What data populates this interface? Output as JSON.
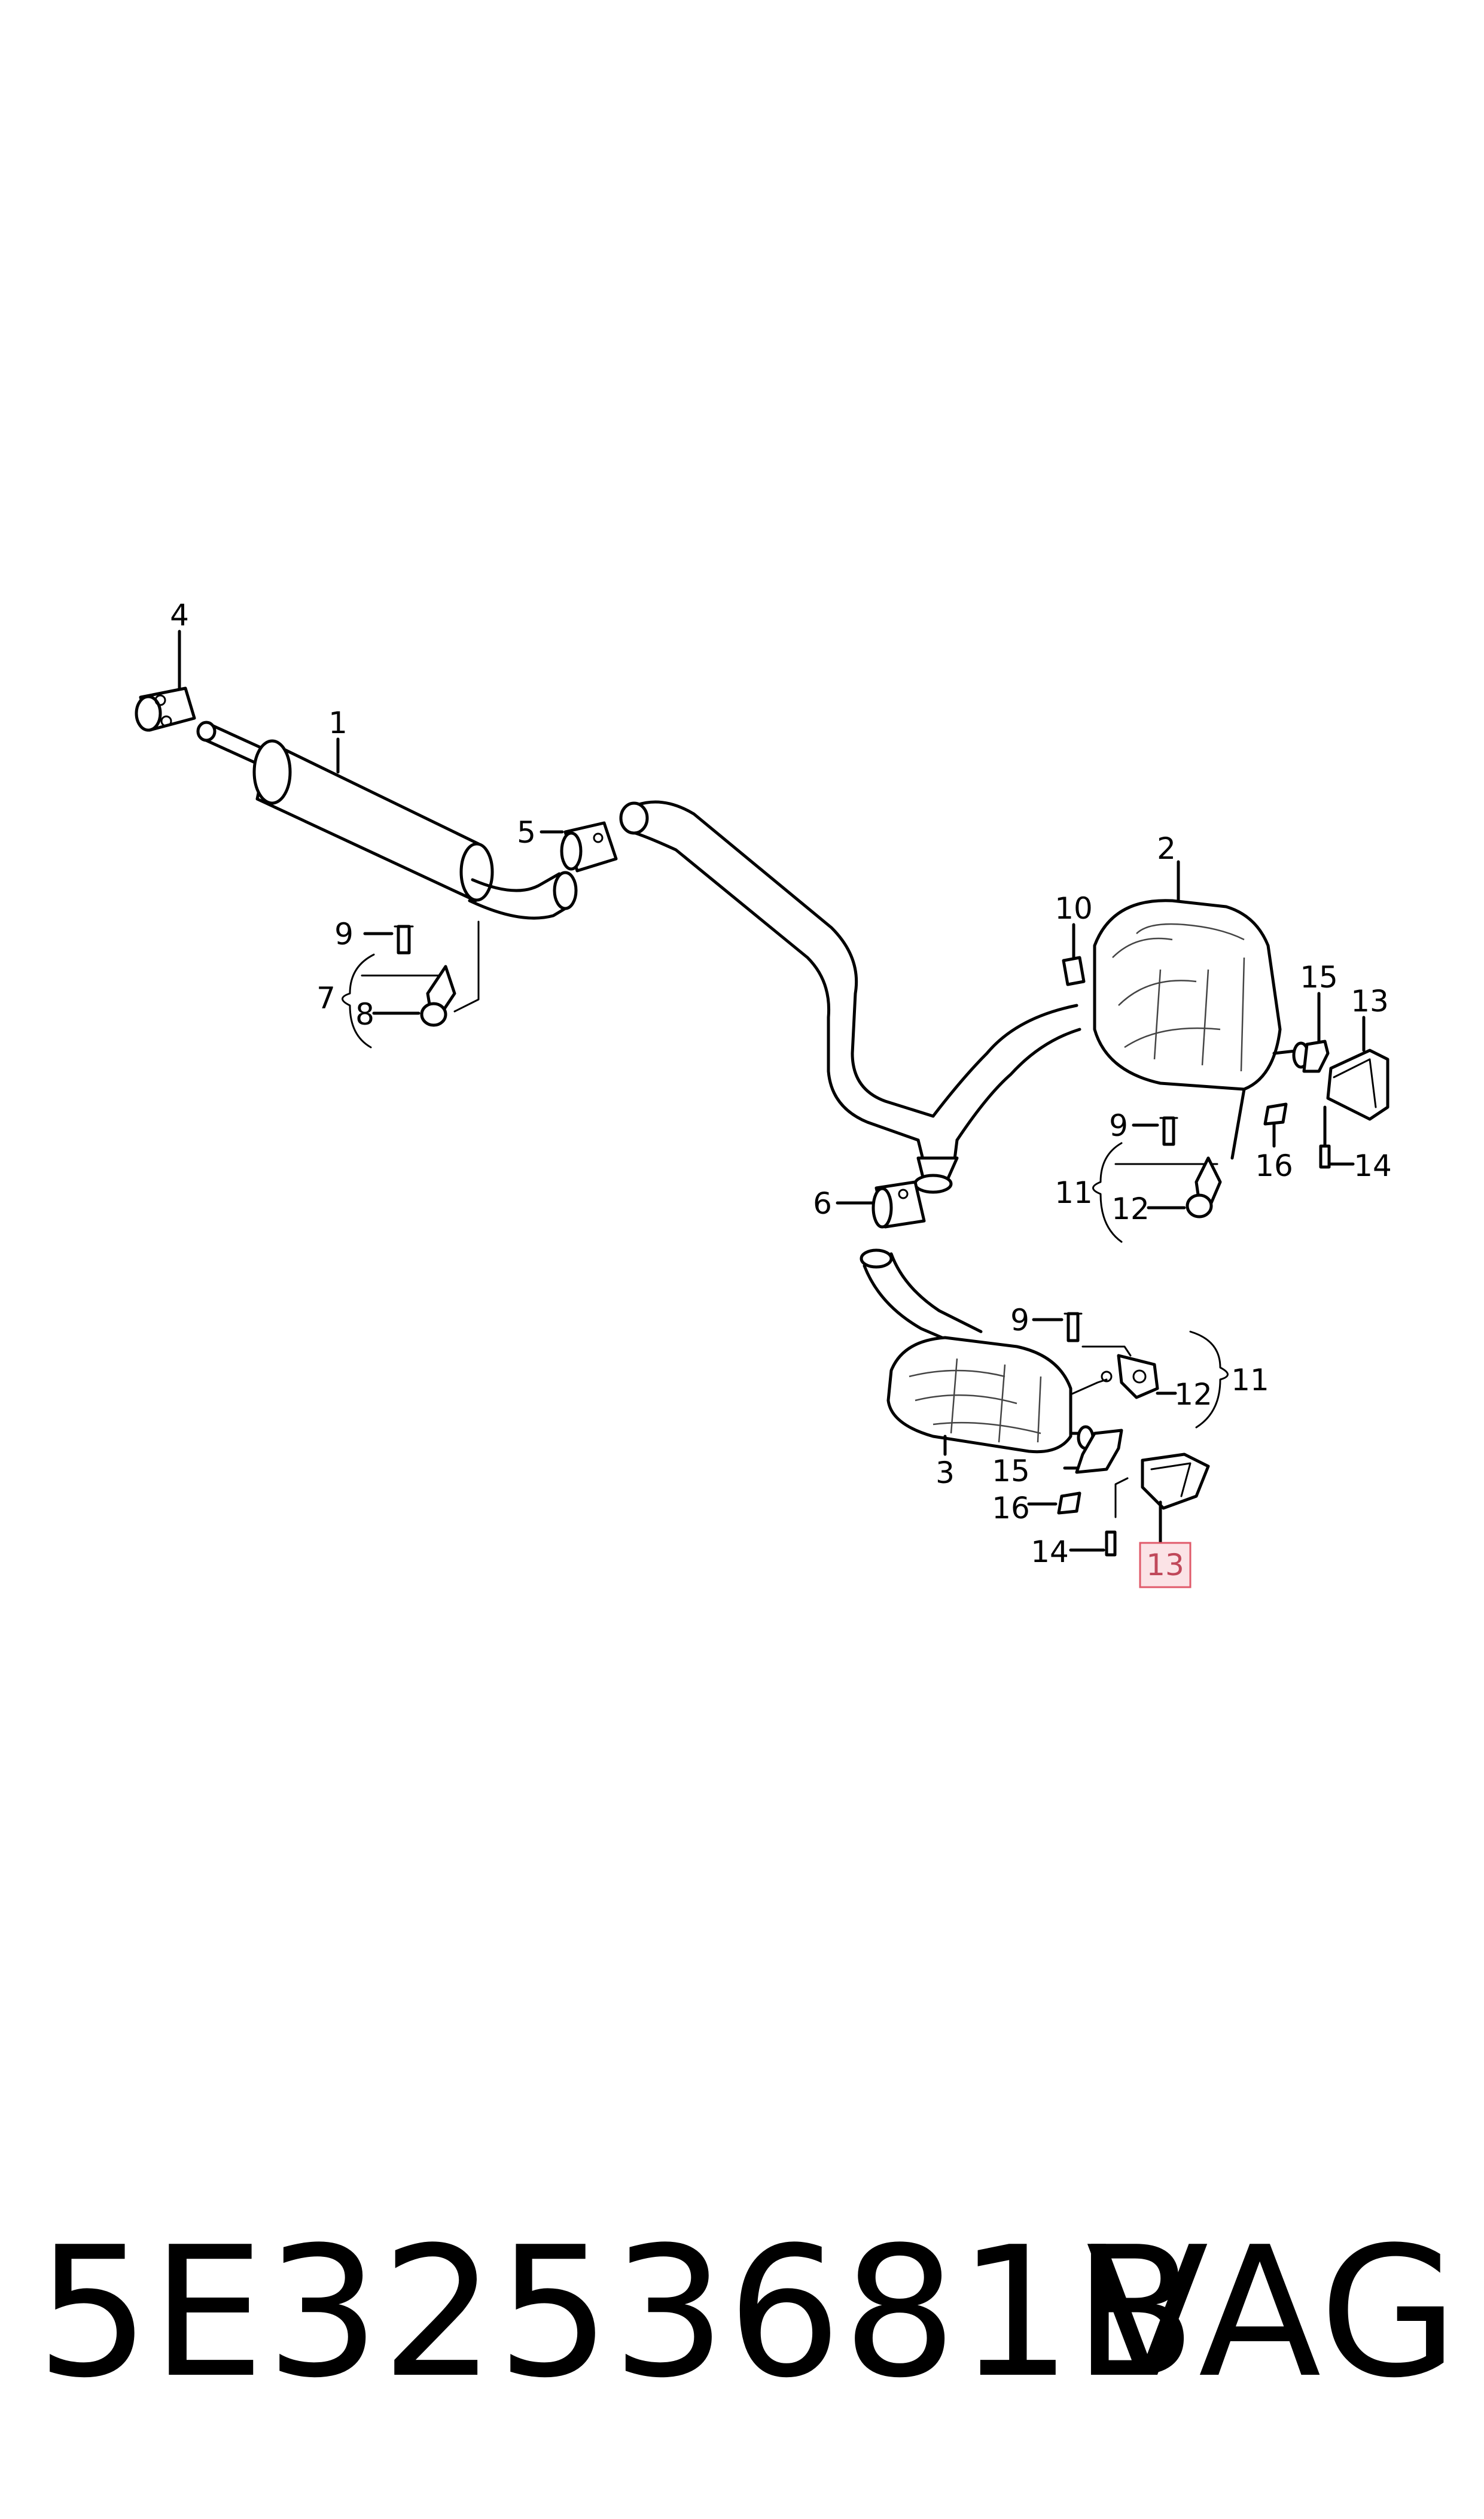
{
  "callouts": {
    "c1": "1",
    "c2": "2",
    "c3": "3",
    "c4": "4",
    "c5": "5",
    "c6": "6",
    "c7": "7",
    "c8": "8",
    "c9a": "9",
    "c9b": "9",
    "c9c": "9",
    "c10": "10",
    "c11a": "11",
    "c11b": "11",
    "c12a": "12",
    "c12b": "12",
    "c13a": "13",
    "c13b": "13",
    "c14a": "14",
    "c14b": "14",
    "c15a": "15",
    "c15b": "15",
    "c16a": "16",
    "c16b": "16"
  },
  "highlight": {
    "color": "#e05a6a",
    "fill": "#fbe3e6",
    "part": "13"
  },
  "caption": {
    "part_number": "5E3253681B",
    "brand": "VAG"
  }
}
